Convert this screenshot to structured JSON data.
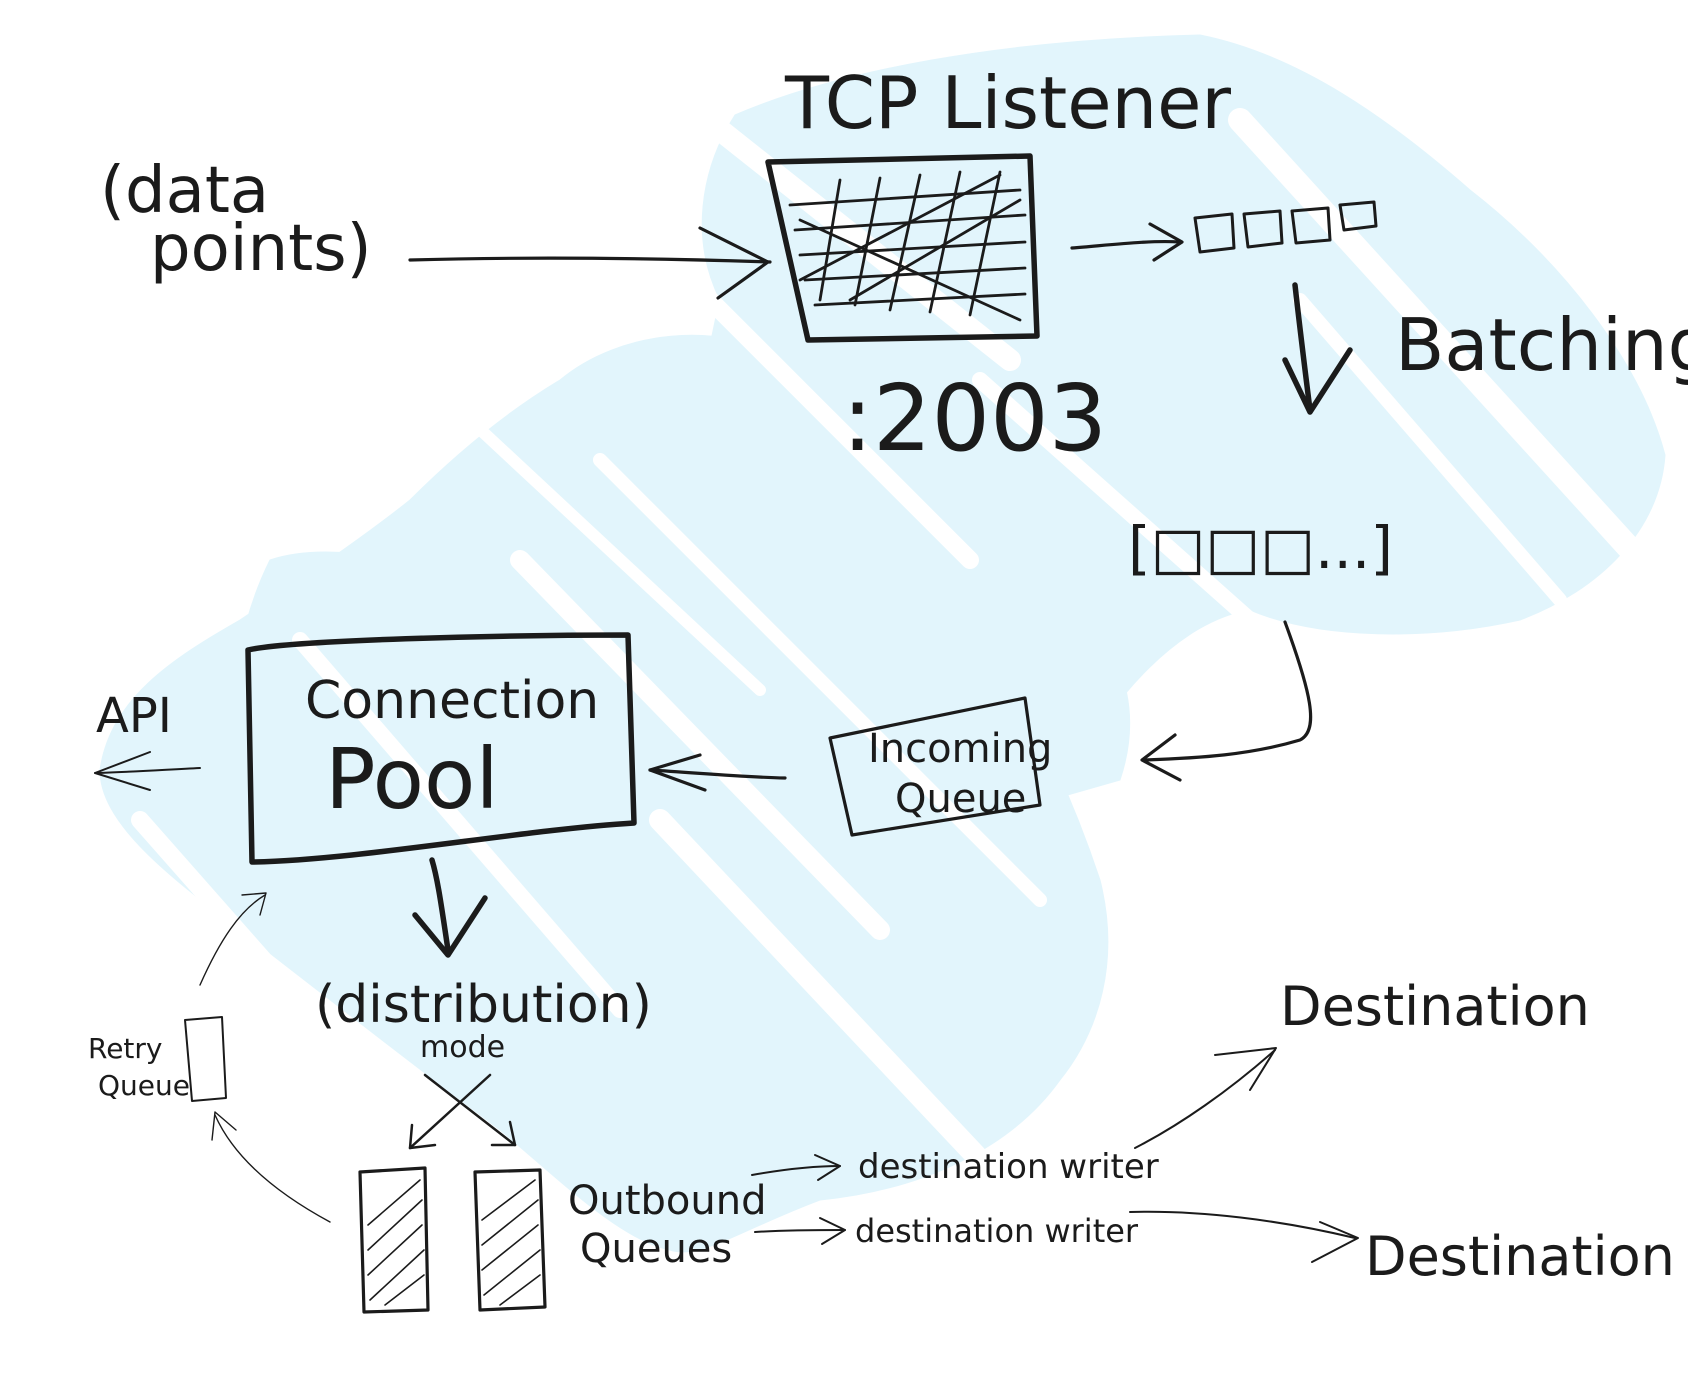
{
  "colors": {
    "ink": "#1b1b1b",
    "wash": "#e2f5fc"
  },
  "labels": {
    "data_points_line1": "(data",
    "data_points_line2": "points)",
    "tcp_listener": "TCP Listener",
    "port": ":2003",
    "batching": "Batching",
    "batch_bracket": "[□□□...]",
    "incoming_queue_line1": "Incoming",
    "incoming_queue_line2": "Queue",
    "connection_pool_line1": "Connection",
    "connection_pool_line2": "Pool",
    "api": "API",
    "distribution_mode_line1": "(distribution)",
    "distribution_mode_line2": "mode",
    "retry_queue_line1": "Retry",
    "retry_queue_line2": "Queue",
    "outbound_queues_line1": "Outbound",
    "outbound_queues_line2": "Queues",
    "destination_writer_1": "destination writer",
    "destination_writer_2": "destination writer",
    "destination_1": "Destination",
    "destination_2": "Destination"
  },
  "icons": {
    "listener": "hatched-box-icon",
    "datapoint_squares": "small-squares-icon",
    "outbound_queue": "hatched-queue-icon"
  }
}
